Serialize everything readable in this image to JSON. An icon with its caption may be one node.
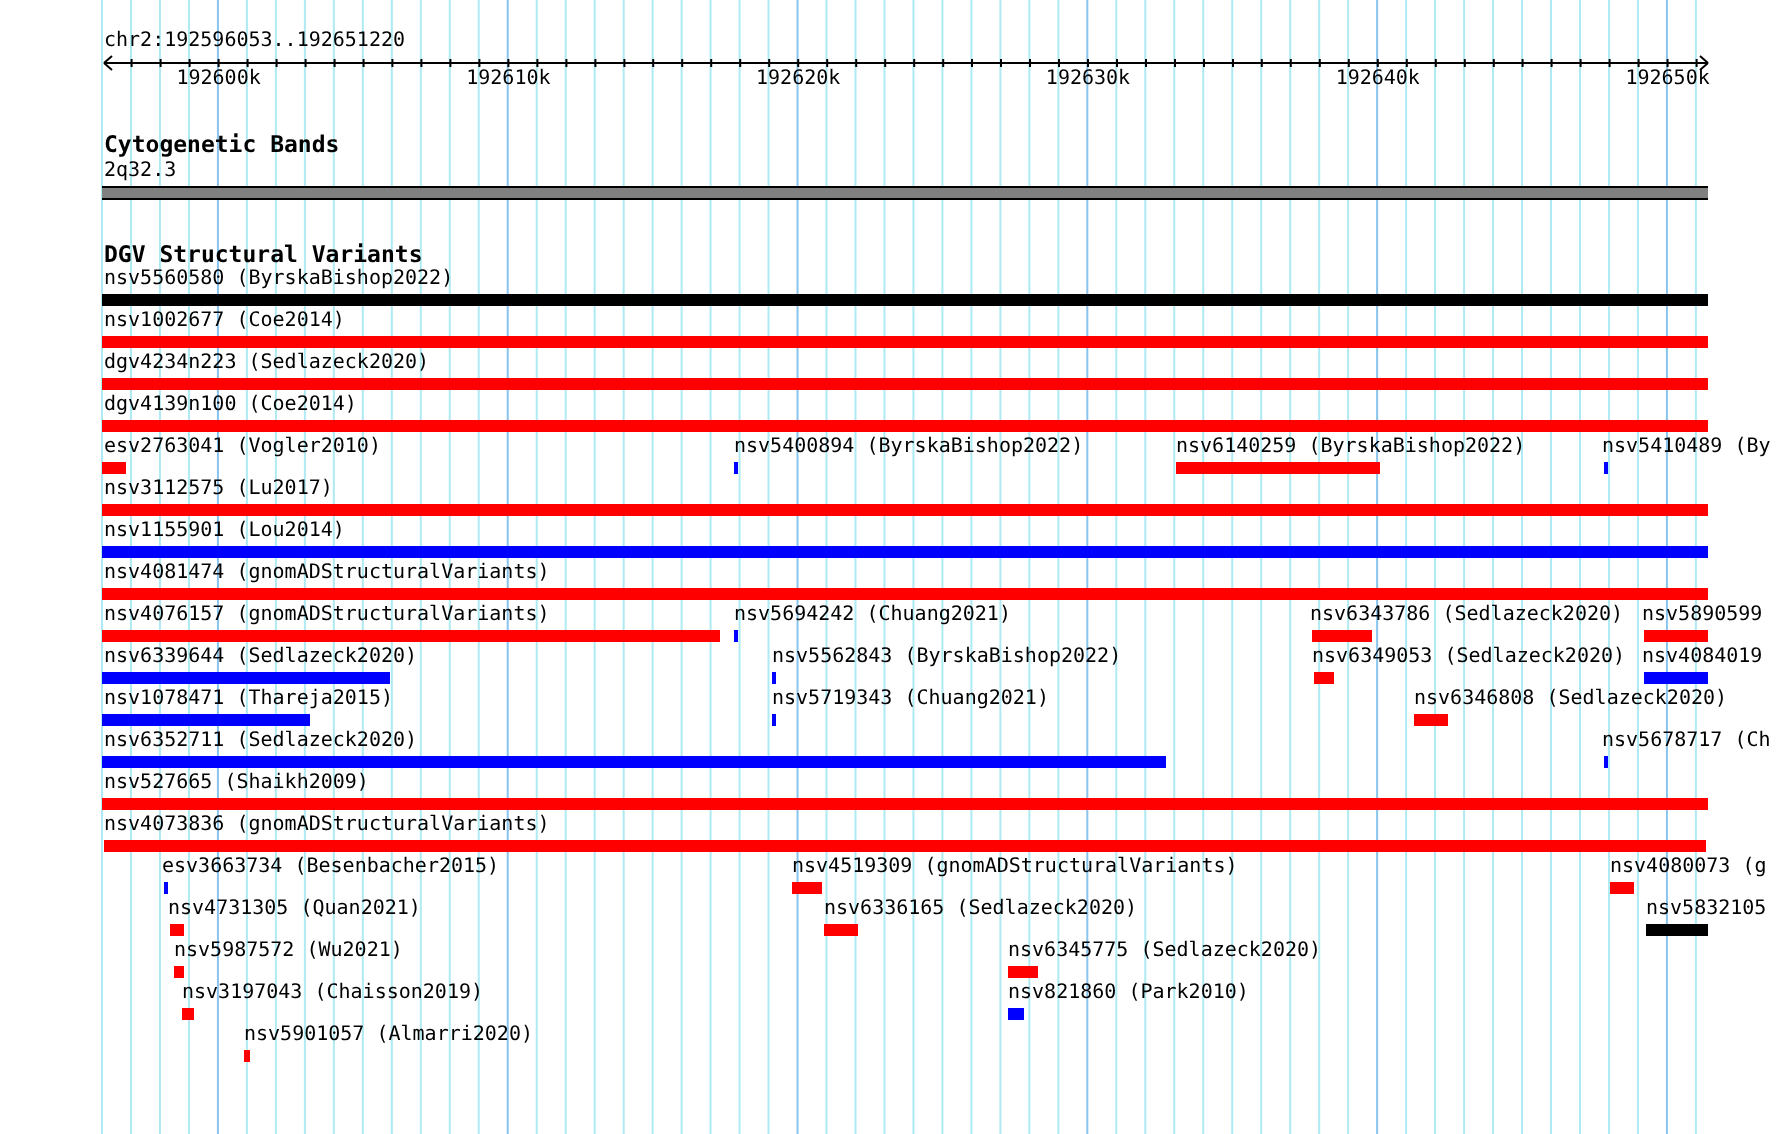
{
  "diagram": {
    "nodes": [
      {
        "text": [
          "2q32.3"
        ]
      },
      {
        "text": [
          "nsv5560580 (ByrskaBishop2022)"
        ]
      },
      {
        "text": [
          "nsv1002677 (Coe2014)"
        ]
      },
      {
        "text": [
          "dgv4234n223 (Sedlazeck2020)"
        ]
      },
      {
        "text": [
          "dgv4139n100 (Coe2014)"
        ]
      },
      {
        "text": [
          "esv2763041 (Vogler2010)"
        ]
      },
      {
        "text": [
          "nsv5400894 (ByrskaBishop2022)"
        ]
      },
      {
        "text": [
          "nsv6140259 (ByrskaBishop2022)"
        ]
      },
      {
        "text": [
          "nsv5410489 (By"
        ]
      },
      {
        "text": [
          "nsv3112575 (Lu2017)"
        ]
      },
      {
        "text": [
          "nsv1155901 (Lou2014)"
        ]
      },
      {
        "text": [
          "nsv4081474 (gnomADStructuralVariants)"
        ]
      },
      {
        "text": [
          "nsv4076157 (gnomADStructuralVariants)"
        ]
      },
      {
        "text": [
          "nsv5694242 (Chuang2021)"
        ]
      },
      {
        "text": [
          "nsv6343786 (Sedlazeck2020)"
        ]
      },
      {
        "text": [
          "nsv5890599"
        ]
      },
      {
        "text": [
          "nsv6339644 (Sedlazeck2020)"
        ]
      },
      {
        "text": [
          "nsv5562843 (ByrskaBishop2022)"
        ]
      },
      {
        "text": [
          "nsv6349053 (Sedlazeck2020)"
        ]
      },
      {
        "text": [
          "nsv4084019"
        ]
      },
      {
        "text": [
          "nsv1078471 (Thareja2015)"
        ]
      },
      {
        "text": [
          "nsv5719343 (Chuang2021)"
        ]
      },
      {
        "text": [
          "nsv6346808 (Sedlazeck2020)"
        ]
      },
      {
        "text": [
          "nsv6352711 (Sedlazeck2020)"
        ]
      },
      {
        "text": [
          "nsv5678717 (Ch"
        ]
      },
      {
        "text": [
          "nsv527665 (Shaikh2009)"
        ]
      },
      {
        "text": [
          "nsv4073836 (gnomADStructuralVariants)"
        ]
      },
      {
        "text": [
          "esv3663734 (Besenbacher2015)"
        ]
      },
      {
        "text": [
          "nsv4519309 (gnomADStructuralVariants)"
        ]
      },
      {
        "text": [
          "nsv4080073 (g"
        ]
      },
      {
        "text": [
          "nsv4731305 (Quan2021)"
        ]
      },
      {
        "text": [
          "nsv6336165 (Sedlazeck2020)"
        ]
      },
      {
        "text": [
          "nsv5832105"
        ]
      },
      {
        "text": [
          "nsv5987572 (Wu2021)"
        ]
      },
      {
        "text": [
          "nsv6345775 (Sedlazeck2020)"
        ]
      },
      {
        "text": [
          "nsv3197043 (Chaisson2019)"
        ]
      },
      {
        "text": [
          "nsv821860 (Park2010)"
        ]
      },
      {
        "text": [
          "nsv5901057 (Almarri2020)"
        ]
      }
    ],
    "labels": [
      "chr2:192596053..192651220",
      "192600k",
      "192610k",
      "192620k",
      "192630k",
      "192640k",
      "192650k",
      "Cytogenetic Bands",
      "DGV Structural Variants"
    ]
  }
}
